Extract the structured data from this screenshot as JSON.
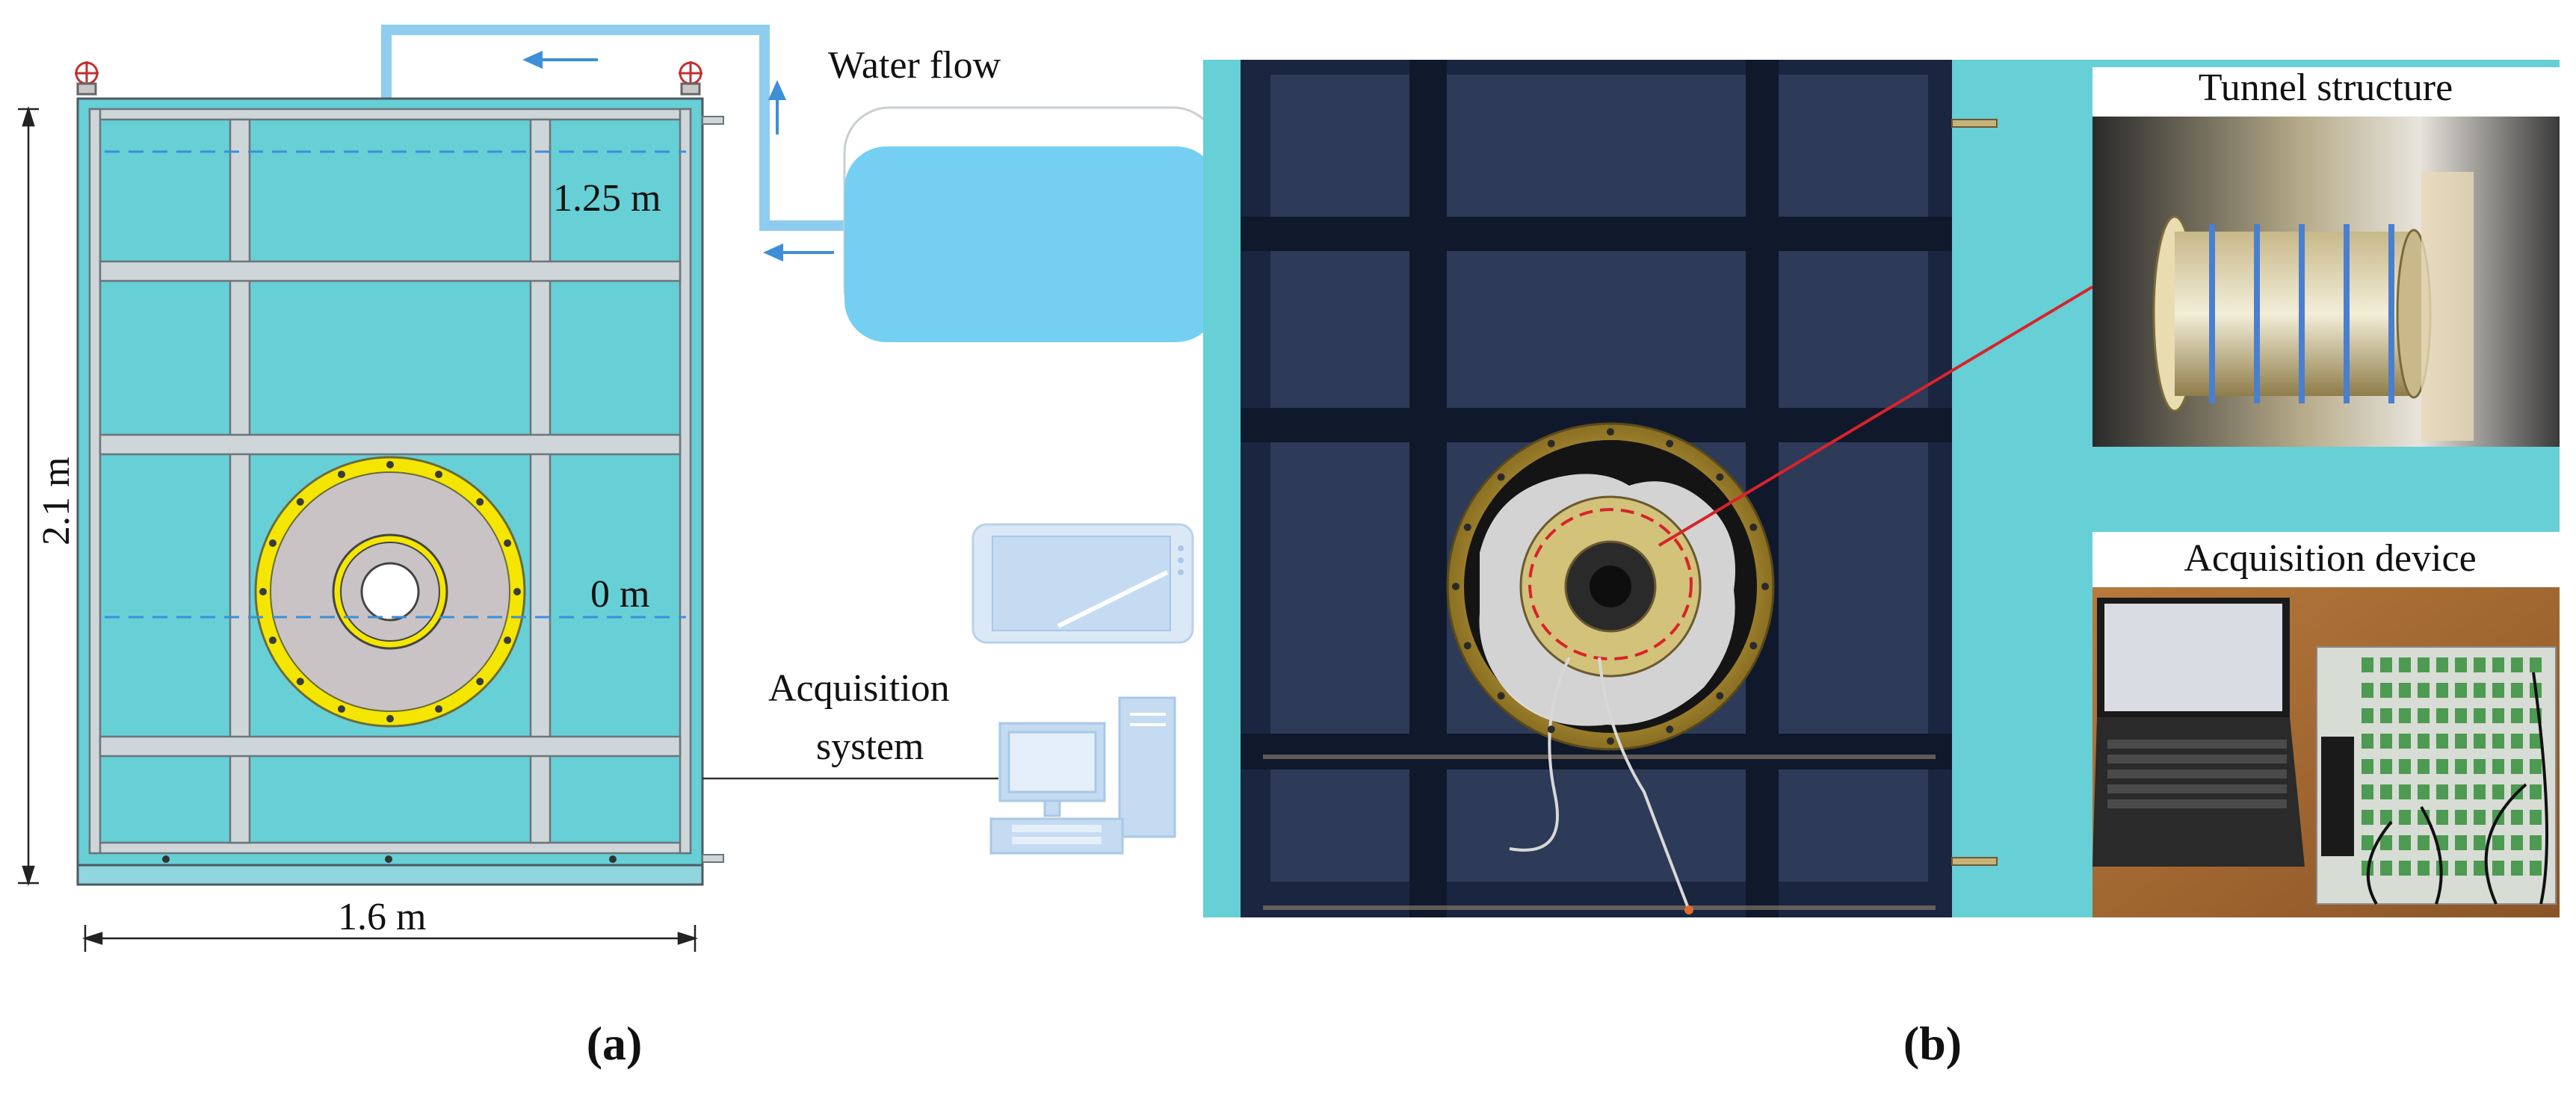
{
  "panel_a": {
    "label": "(a)",
    "water_flow": "Water flow",
    "level_high": "1.25 m",
    "level_zero": "0 m",
    "height": "2.1 m",
    "width": "1.6 m",
    "acquisition_system": [
      "Acquisition",
      "system"
    ]
  },
  "panel_b": {
    "label": "(b)",
    "tunnel_structure": "Tunnel structure",
    "acquisition_device": "Acquisition device"
  },
  "colors": {
    "tank_water": "#67cfd6",
    "frame": "#cfd6da",
    "flange": "#f4e600",
    "pipe": "#8fcdf0",
    "reservoir": "#75cff3",
    "arrow": "#3d8fd6",
    "steel_plate": "#1a2540",
    "red_line": "#d8232a"
  }
}
